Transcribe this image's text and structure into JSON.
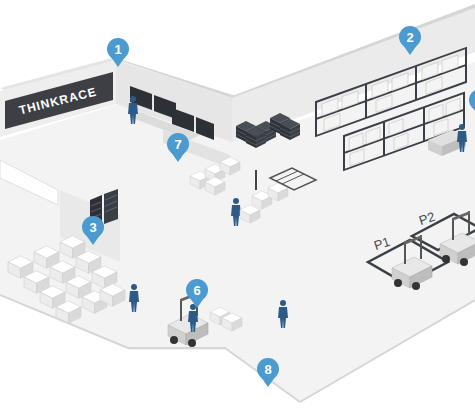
{
  "diagram": {
    "labels": [
      "1",
      "2",
      "THINKRACE",
      "7",
      "3",
      "P1",
      "P2",
      "6",
      "8"
    ]
  }
}
